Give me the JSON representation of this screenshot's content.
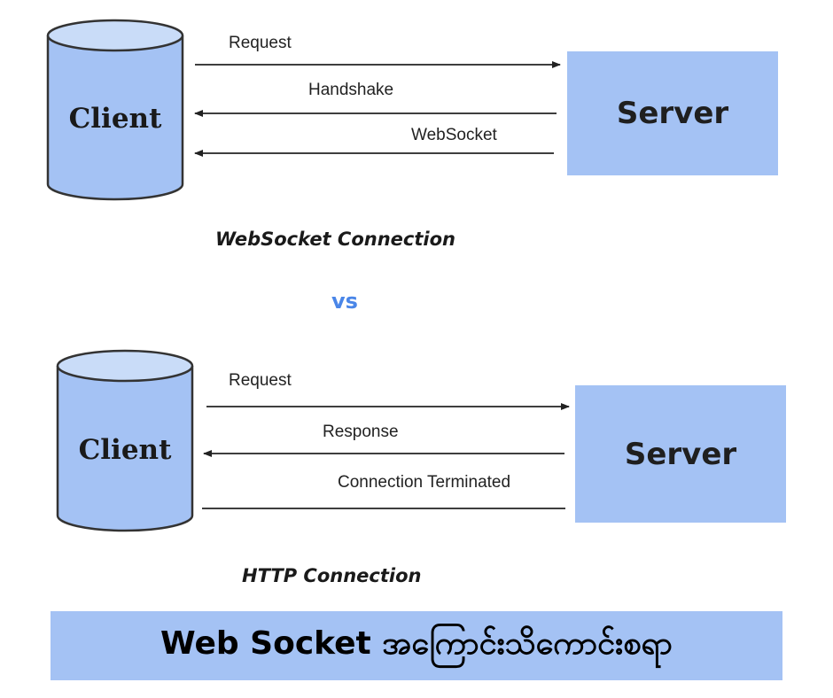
{
  "top": {
    "client": "Client",
    "server": "Server",
    "messages": [
      "Request",
      "Handshake",
      "WebSocket"
    ],
    "caption": "WebSocket Connection"
  },
  "vs": "vs",
  "bottom": {
    "client": "Client",
    "server": "Server",
    "messages": [
      "Request",
      "Response",
      "Connection Terminated"
    ],
    "caption": "HTTP Connection"
  },
  "banner": "Web Socket အကြောင်းသိကောင်းစရာ",
  "colors": {
    "cylinder": "#a4c2f4",
    "server": "#a4c2f4",
    "banner": "#a4c2f4",
    "vs": "#4a86e8"
  }
}
